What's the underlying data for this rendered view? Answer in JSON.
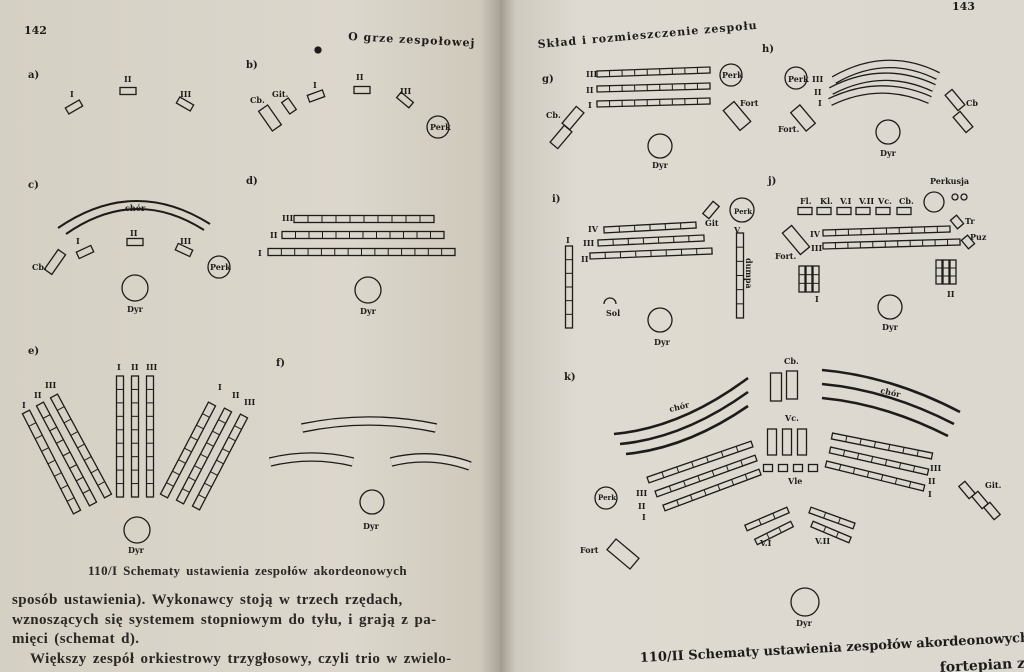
{
  "left_page": {
    "page_number": "142",
    "running_head": "O grze zespołowej",
    "caption": "110/I Schematy ustawienia zespołów akordeonowych",
    "body_lines": [
      "sposób ustawienia). Wykonawcy stoją w trzech rzędach,",
      "wznoszących się systemem stopniowym do tyłu, i grają z pa-",
      "mięci (schemat d).",
      "Większy zespół orkiestrowy trzygłosowy, czyli trio w zwielo-"
    ],
    "diagrams": {
      "a": {
        "label": "a)",
        "parts": [
          "I",
          "II",
          "III"
        ]
      },
      "b": {
        "label": "b)",
        "parts": [
          "Cb.",
          "Git.",
          "I",
          "II",
          "III",
          "Perk"
        ]
      },
      "c": {
        "label": "c)",
        "choir": "chór",
        "parts": [
          "I",
          "II",
          "III",
          "Cb.",
          "Perk"
        ],
        "conductor": "Dyr"
      },
      "d": {
        "label": "d)",
        "parts": [
          "III",
          "II",
          "I"
        ],
        "conductor": "Dyr"
      },
      "e": {
        "label": "e)",
        "parts": [
          "I",
          "II",
          "III"
        ],
        "conductor": "Dyr"
      },
      "f": {
        "label": "f)",
        "conductor": "Dyr"
      }
    }
  },
  "right_page": {
    "page_number": "143",
    "running_head": "Skład i rozmieszczenie zespołu",
    "caption": "110/II Schematy ustawienia zespołów akordeonowych",
    "body_fragment": "fortepian z",
    "diagrams": {
      "g": {
        "label": "g)",
        "parts": [
          "III",
          "II",
          "I",
          "Cb.",
          "Perk",
          "Fort"
        ],
        "conductor": "Dyr"
      },
      "h": {
        "label": "h)",
        "parts": [
          "III",
          "II",
          "I",
          "Perk",
          "Cb",
          "Fort."
        ],
        "conductor": "Dyr"
      },
      "i": {
        "label": "i)",
        "parts": [
          "IV",
          "III",
          "II",
          "I",
          "V",
          "Git",
          "Perk",
          "dumpa",
          "Sol"
        ],
        "conductor": "Dyr"
      },
      "j": {
        "label": "j)",
        "winds": [
          "Fl.",
          "Kl.",
          "V.I",
          "V.II",
          "Vc.",
          "Cb."
        ],
        "parts": [
          "IV",
          "III",
          "I",
          "II",
          "Perkusja",
          "Tr",
          "Puz",
          "Fort."
        ],
        "conductor": "Dyr"
      },
      "k": {
        "label": "k)",
        "choir_left": "chór",
        "choir_right": "chór",
        "parts": [
          "Cb.",
          "Vc.",
          "Vle",
          "III",
          "II",
          "I",
          "V.I",
          "V.II",
          "Perk",
          "Git.",
          "Fort"
        ],
        "conductor": "Dyr"
      }
    }
  }
}
